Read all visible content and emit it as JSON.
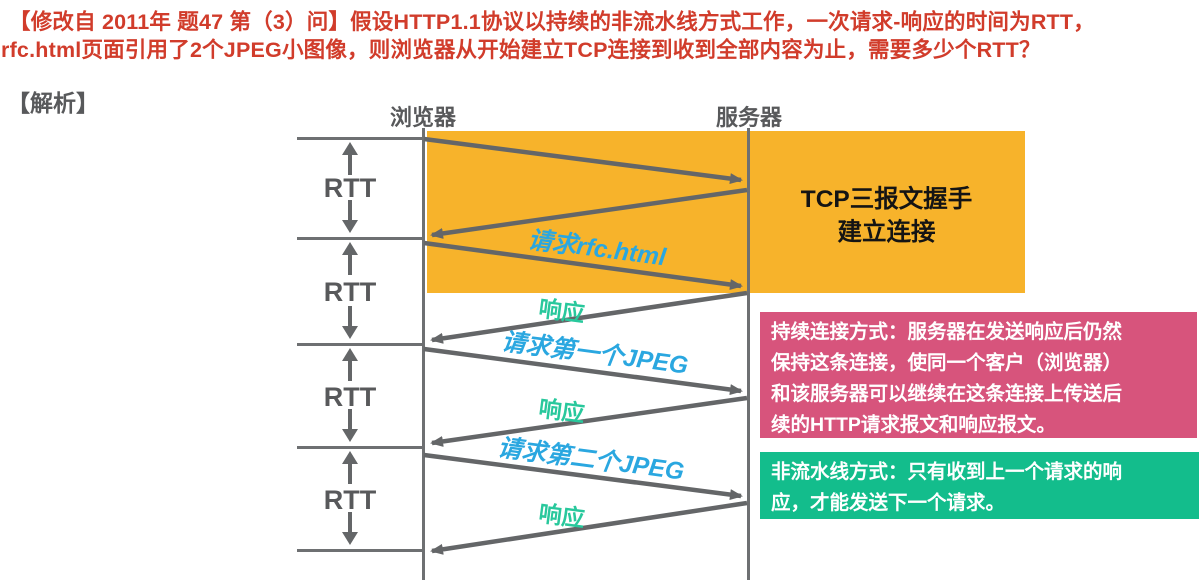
{
  "question": {
    "line1": "【修改自 2011年 题47 第（3）问】假设HTTP1.1协议以持续的非流水线方式工作，一次请求-响应的时间为RTT，",
    "line2": "rfc.html页面引用了2个JPEG小图像，则浏览器从开始建立TCP连接到收到全部内容为止，需要多少个RTT？",
    "color": "#d13c2b"
  },
  "analysis_label": "【解析】",
  "diagram": {
    "browser_label": "浏览器",
    "server_label": "服务器",
    "rtt_labels": [
      "RTT",
      "RTT",
      "RTT",
      "RTT"
    ],
    "handshake_box": {
      "line1": "TCP三报文握手",
      "line2": "建立连接",
      "bg": "#f7b32b"
    },
    "flow_labels": {
      "request_rfc": "请求rfc.html",
      "response_1": "响应",
      "request_jpeg1": "请求第一个JPEG",
      "response_2": "响应",
      "request_jpeg2": "请求第二个JPEG",
      "response_3": "响应"
    },
    "colors": {
      "request_label": "#2aa7e0",
      "response_label": "#28c89c",
      "lines": "#6e7072",
      "arrows": "#646668"
    }
  },
  "notes": {
    "persistent": {
      "bg": "#d7547c",
      "lines": [
        "持续连接方式：服务器在发送响应后仍然",
        "保持这条连接，使同一个客户（浏览器）",
        "和该服务器可以继续在这条连接上传送后",
        "续的HTTP请求报文和响应报文。"
      ]
    },
    "non_pipelined": {
      "bg": "#13bd8c",
      "lines": [
        "非流水线方式：只有收到上一个请求的响",
        "应，才能发送下一个请求。"
      ]
    }
  }
}
